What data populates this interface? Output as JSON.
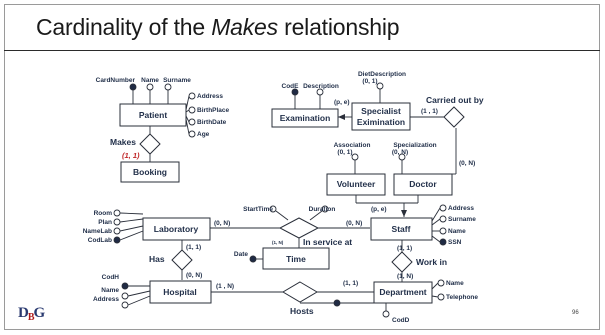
{
  "slide": {
    "title_prefix": "Cardinality of the ",
    "title_italic": "Makes",
    "title_suffix": " relationship",
    "page_number": "96",
    "logo_text": "DBMG"
  },
  "diagram": {
    "entities": {
      "patient": "Patient",
      "booking": "Booking",
      "examination": "Examination",
      "specialist_examination_line1": "Specialist",
      "specialist_examination_line2": "Eximination",
      "volunteer": "Volunteer",
      "doctor": "Doctor",
      "laboratory": "Laboratory",
      "staff": "Staff",
      "time": "Time",
      "hospital": "Hospital",
      "department": "Department"
    },
    "relationships": {
      "makes": "Makes",
      "carried_out_by": "Carried out by",
      "in_service_at": "In service at",
      "has": "Has",
      "work_in": "Work in",
      "hosts": "Hosts"
    },
    "attributes": {
      "patient_cardnumber": "CardNumber",
      "patient_name": "Name",
      "patient_surname": "Surname",
      "patient_address": "Address",
      "patient_birthplace": "BirthPlace",
      "patient_birthdate": "BirthDate",
      "patient_age": "Age",
      "exam_code": "CodE",
      "exam_description": "Description",
      "spec_dietdescription": "DietDescription",
      "spec_dietdescription_card": "(0, 1)",
      "volunteer_association": "Association",
      "volunteer_association_card": "(0, 1)",
      "doctor_specialization": "Specialization",
      "doctor_specialization_card": "(0, N)",
      "lab_room": "Room",
      "lab_plan": "Plan",
      "lab_namelab": "NameLab",
      "lab_codlab": "CodLab",
      "service_starttime": "StartTime",
      "service_duration": "Duration",
      "time_date": "Date",
      "staff_address": "Address",
      "staff_surname": "Surname",
      "staff_name": "Name",
      "staff_ssn": "SSN",
      "hospital_codh": "CodH",
      "hospital_name": "Name",
      "hospital_address": "Address",
      "dept_name": "Name",
      "dept_telephone": "Telephone",
      "dept_codd": "CodD"
    },
    "cardinalities": {
      "patient_makes": "(1, 1)",
      "exam_isa": "(p, e)",
      "specialist_carried": "(1 , 1)",
      "doctor_carried": "(0, N)",
      "staff_isa": "(p, e)",
      "lab_service": "(0, N)",
      "staff_service": "(0, N)",
      "time_service": "(1, N)",
      "lab_has": "(1, 1)",
      "hospital_has": "(0, N)",
      "staff_work": "(1, 1)",
      "dept_work": "(1, N)",
      "hospital_hosts": "(1 , N)",
      "dept_hosts": "(1, 1)"
    }
  }
}
